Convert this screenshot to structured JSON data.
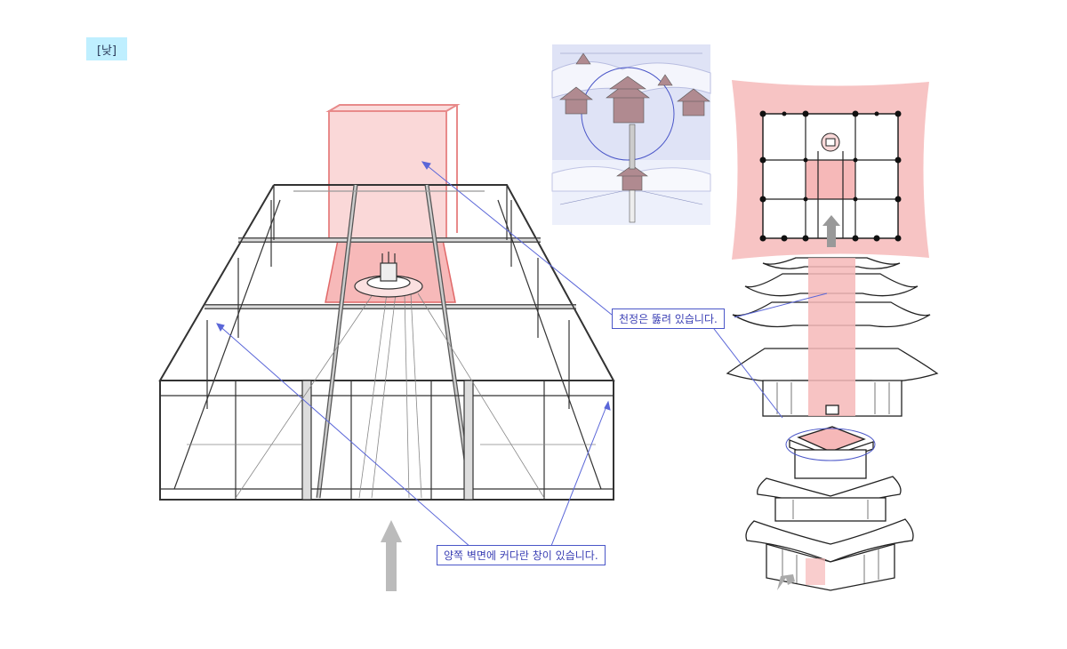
{
  "tag": "[낮]",
  "callouts": {
    "ceiling": "천정은 뚫려 있습니다.",
    "windows": "양쪽 벽면에 커다란 창이 있습니다."
  },
  "colors": {
    "highlight_fill": "#f6b8b8",
    "highlight_stroke": "#e88a8a",
    "callout_line": "#5a66d8",
    "tag_bg": "#bfefff",
    "arrow": "#bbbbbb"
  }
}
